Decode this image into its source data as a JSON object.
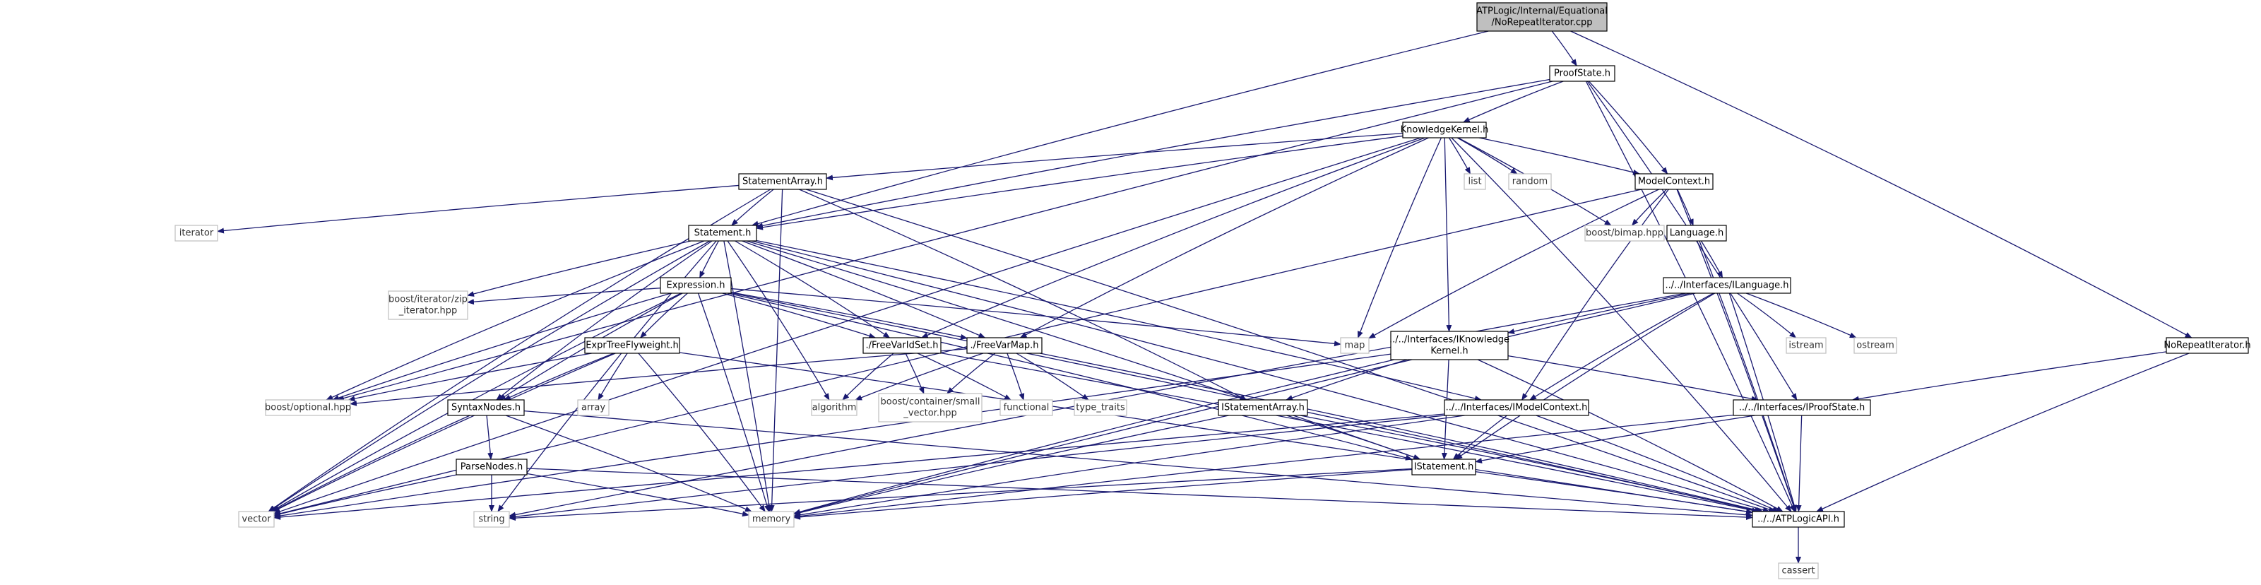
{
  "graph": {
    "root": "ATPLogic/Internal/Equational/NoRepeatIterator.cpp",
    "colors": {
      "edge": "#191970",
      "root_fill": "#bfbfbf",
      "node_border": "#000000",
      "external_border": "#bfbfbf"
    },
    "nodes": [
      {
        "id": "root",
        "lines": [
          "ATPLogic/Internal/Equational",
          "/NoRepeatIterator.cpp"
        ],
        "kind": "root"
      },
      {
        "id": "proofstate",
        "lines": [
          "ProofState.h"
        ],
        "kind": "normal"
      },
      {
        "id": "norepeat",
        "lines": [
          "NoRepeatIterator.h"
        ],
        "kind": "normal"
      },
      {
        "id": "kernel",
        "lines": [
          "KnowledgeKernel.h"
        ],
        "kind": "normal"
      },
      {
        "id": "list",
        "lines": [
          "list"
        ],
        "kind": "external"
      },
      {
        "id": "random",
        "lines": [
          "random"
        ],
        "kind": "external"
      },
      {
        "id": "modelctx",
        "lines": [
          "ModelContext.h"
        ],
        "kind": "normal"
      },
      {
        "id": "bimap",
        "lines": [
          "boost/bimap.hpp"
        ],
        "kind": "external"
      },
      {
        "id": "stmtarray",
        "lines": [
          "StatementArray.h"
        ],
        "kind": "normal"
      },
      {
        "id": "iterator",
        "lines": [
          "iterator"
        ],
        "kind": "external"
      },
      {
        "id": "language",
        "lines": [
          "Language.h"
        ],
        "kind": "normal"
      },
      {
        "id": "statement",
        "lines": [
          "Statement.h"
        ],
        "kind": "normal"
      },
      {
        "id": "ilanguage",
        "lines": [
          "../../Interfaces/ILanguage.h"
        ],
        "kind": "normal"
      },
      {
        "id": "expression",
        "lines": [
          "Expression.h"
        ],
        "kind": "normal"
      },
      {
        "id": "zipiter",
        "lines": [
          "boost/iterator/zip",
          "_iterator.hpp"
        ],
        "kind": "external"
      },
      {
        "id": "freevarset",
        "lines": [
          "./FreeVarIdSet.h"
        ],
        "kind": "normal"
      },
      {
        "id": "freevarmap",
        "lines": [
          "./FreeVarMap.h"
        ],
        "kind": "normal"
      },
      {
        "id": "map",
        "lines": [
          "map"
        ],
        "kind": "external"
      },
      {
        "id": "iknowledge",
        "lines": [
          "../../Interfaces/IKnowledge",
          "Kernel.h"
        ],
        "kind": "normal"
      },
      {
        "id": "istream",
        "lines": [
          "istream"
        ],
        "kind": "external"
      },
      {
        "id": "ostream",
        "lines": [
          "ostream"
        ],
        "kind": "external"
      },
      {
        "id": "exprtree",
        "lines": [
          "ExprTreeFlyweight.h"
        ],
        "kind": "normal"
      },
      {
        "id": "optional",
        "lines": [
          "boost/optional.hpp"
        ],
        "kind": "external"
      },
      {
        "id": "array",
        "lines": [
          "array"
        ],
        "kind": "external"
      },
      {
        "id": "algorithm",
        "lines": [
          "algorithm"
        ],
        "kind": "external"
      },
      {
        "id": "smallvec",
        "lines": [
          "boost/container/small",
          "_vector.hpp"
        ],
        "kind": "external"
      },
      {
        "id": "functional",
        "lines": [
          "functional"
        ],
        "kind": "external"
      },
      {
        "id": "typetraits",
        "lines": [
          "type_traits"
        ],
        "kind": "external"
      },
      {
        "id": "syntaxnodes",
        "lines": [
          "SyntaxNodes.h"
        ],
        "kind": "normal"
      },
      {
        "id": "istmtarray",
        "lines": [
          "IStatementArray.h"
        ],
        "kind": "normal"
      },
      {
        "id": "imodelctx",
        "lines": [
          "../../Interfaces/IModelContext.h"
        ],
        "kind": "normal"
      },
      {
        "id": "iproofstate",
        "lines": [
          "../../Interfaces/IProofState.h"
        ],
        "kind": "normal"
      },
      {
        "id": "parsenodes",
        "lines": [
          "ParseNodes.h"
        ],
        "kind": "normal"
      },
      {
        "id": "istatement",
        "lines": [
          "IStatement.h"
        ],
        "kind": "normal"
      },
      {
        "id": "vector",
        "lines": [
          "vector"
        ],
        "kind": "external"
      },
      {
        "id": "string",
        "lines": [
          "string"
        ],
        "kind": "external"
      },
      {
        "id": "memory",
        "lines": [
          "memory"
        ],
        "kind": "external"
      },
      {
        "id": "atpapi",
        "lines": [
          "../../ATPLogicAPI.h"
        ],
        "kind": "normal"
      },
      {
        "id": "cassert",
        "lines": [
          "cassert"
        ],
        "kind": "external"
      }
    ],
    "edges": [
      [
        "root",
        "proofstate"
      ],
      [
        "root",
        "norepeat"
      ],
      [
        "root",
        "statement"
      ],
      [
        "proofstate",
        "kernel"
      ],
      [
        "proofstate",
        "modelctx"
      ],
      [
        "proofstate",
        "statement"
      ],
      [
        "proofstate",
        "iproofstate"
      ],
      [
        "proofstate",
        "atpapi"
      ],
      [
        "proofstate",
        "optional"
      ],
      [
        "norepeat",
        "iproofstate"
      ],
      [
        "norepeat",
        "atpapi"
      ],
      [
        "kernel",
        "list"
      ],
      [
        "kernel",
        "random"
      ],
      [
        "kernel",
        "modelctx"
      ],
      [
        "kernel",
        "bimap"
      ],
      [
        "kernel",
        "stmtarray"
      ],
      [
        "kernel",
        "statement"
      ],
      [
        "kernel",
        "iknowledge"
      ],
      [
        "kernel",
        "freevarset"
      ],
      [
        "kernel",
        "freevarmap"
      ],
      [
        "kernel",
        "map"
      ],
      [
        "kernel",
        "vector"
      ],
      [
        "kernel",
        "atpapi"
      ],
      [
        "modelctx",
        "language"
      ],
      [
        "modelctx",
        "bimap"
      ],
      [
        "modelctx",
        "map"
      ],
      [
        "modelctx",
        "imodelctx"
      ],
      [
        "modelctx",
        "atpapi"
      ],
      [
        "modelctx",
        "vector"
      ],
      [
        "stmtarray",
        "iterator"
      ],
      [
        "stmtarray",
        "statement"
      ],
      [
        "stmtarray",
        "istmtarray"
      ],
      [
        "stmtarray",
        "memory"
      ],
      [
        "stmtarray",
        "vector"
      ],
      [
        "stmtarray",
        "atpapi"
      ],
      [
        "language",
        "ilanguage"
      ],
      [
        "language",
        "atpapi"
      ],
      [
        "statement",
        "expression"
      ],
      [
        "statement",
        "freevarset"
      ],
      [
        "statement",
        "freevarmap"
      ],
      [
        "statement",
        "zipiter"
      ],
      [
        "statement",
        "optional"
      ],
      [
        "statement",
        "syntaxnodes"
      ],
      [
        "statement",
        "algorithm"
      ],
      [
        "statement",
        "istatement"
      ],
      [
        "statement",
        "imodelctx"
      ],
      [
        "statement",
        "vector"
      ],
      [
        "statement",
        "string"
      ],
      [
        "statement",
        "memory"
      ],
      [
        "statement",
        "atpapi"
      ],
      [
        "ilanguage",
        "iknowledge"
      ],
      [
        "ilanguage",
        "imodelctx"
      ],
      [
        "ilanguage",
        "istream"
      ],
      [
        "ilanguage",
        "ostream"
      ],
      [
        "ilanguage",
        "istatement"
      ],
      [
        "ilanguage",
        "atpapi"
      ],
      [
        "ilanguage",
        "memory"
      ],
      [
        "ilanguage",
        "string"
      ],
      [
        "expression",
        "exprtree"
      ],
      [
        "expression",
        "zipiter"
      ],
      [
        "expression",
        "freevarset"
      ],
      [
        "expression",
        "freevarmap"
      ],
      [
        "expression",
        "map"
      ],
      [
        "expression",
        "optional"
      ],
      [
        "expression",
        "syntaxnodes"
      ],
      [
        "expression",
        "istatement"
      ],
      [
        "expression",
        "memory"
      ],
      [
        "expression",
        "vector"
      ],
      [
        "expression",
        "atpapi"
      ],
      [
        "freevarset",
        "algorithm"
      ],
      [
        "freevarset",
        "smallvec"
      ],
      [
        "freevarset",
        "functional"
      ],
      [
        "freevarset",
        "atpapi"
      ],
      [
        "freevarmap",
        "algorithm"
      ],
      [
        "freevarmap",
        "smallvec"
      ],
      [
        "freevarmap",
        "functional"
      ],
      [
        "freevarmap",
        "typetraits"
      ],
      [
        "freevarmap",
        "optional"
      ],
      [
        "freevarmap",
        "atpapi"
      ],
      [
        "iknowledge",
        "istmtarray"
      ],
      [
        "iknowledge",
        "istatement"
      ],
      [
        "iknowledge",
        "iproofstate"
      ],
      [
        "iknowledge",
        "atpapi"
      ],
      [
        "iknowledge",
        "memory"
      ],
      [
        "iknowledge",
        "vector"
      ],
      [
        "exprtree",
        "syntaxnodes"
      ],
      [
        "exprtree",
        "array"
      ],
      [
        "exprtree",
        "optional"
      ],
      [
        "exprtree",
        "memory"
      ],
      [
        "exprtree",
        "atpapi"
      ],
      [
        "exprtree",
        "vector"
      ],
      [
        "syntaxnodes",
        "parsenodes"
      ],
      [
        "syntaxnodes",
        "memory"
      ],
      [
        "syntaxnodes",
        "vector"
      ],
      [
        "syntaxnodes",
        "atpapi"
      ],
      [
        "parsenodes",
        "vector"
      ],
      [
        "parsenodes",
        "string"
      ],
      [
        "parsenodes",
        "memory"
      ],
      [
        "parsenodes",
        "atpapi"
      ],
      [
        "istmtarray",
        "istatement"
      ],
      [
        "istmtarray",
        "memory"
      ],
      [
        "istmtarray",
        "atpapi"
      ],
      [
        "imodelctx",
        "istatement"
      ],
      [
        "imodelctx",
        "memory"
      ],
      [
        "imodelctx",
        "vector"
      ],
      [
        "imodelctx",
        "atpapi"
      ],
      [
        "imodelctx",
        "string"
      ],
      [
        "iproofstate",
        "istatement"
      ],
      [
        "iproofstate",
        "memory"
      ],
      [
        "iproofstate",
        "atpapi"
      ],
      [
        "istatement",
        "atpapi"
      ],
      [
        "istatement",
        "string"
      ],
      [
        "istatement",
        "memory"
      ],
      [
        "atpapi",
        "cassert"
      ]
    ]
  }
}
